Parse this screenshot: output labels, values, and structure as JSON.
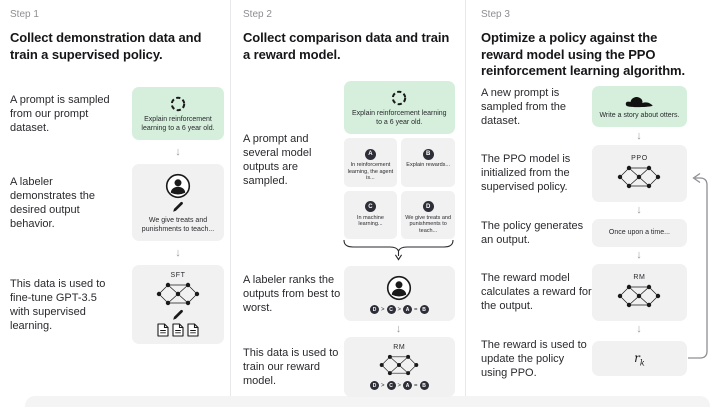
{
  "colors": {
    "background": "#ffffff",
    "green_box": "#d5efdc",
    "gray_box": "#f1f1f2",
    "heading_text": "#161618",
    "body_text": "#2a2a2e",
    "muted_step_label": "#8e8e93",
    "divider": "#e8e8ea",
    "letter_badge": "#2e2e38",
    "arrow": "#9a9aa0"
  },
  "icons": {
    "cycle-icon": "dashed-circle-loop",
    "labeler-icon": "person-in-circle",
    "pencil-icon": "tilted-pencil",
    "network-icon": "neural-network-nodes",
    "documents-icon": "three-pages",
    "otter-icon": "otter-silhouette",
    "arrow-down-icon": "down-arrow",
    "brace-merge-icon": "underbrace-with-arrow",
    "loop-arrow-icon": "feedback-loop-arrow",
    "arrow_down_glyph": "↓"
  },
  "steps": [
    {
      "label": "Step 1",
      "heading": "Collect demonstration data and train a supervised policy.",
      "texts": {
        "t1": "A prompt is sampled from our prompt dataset.",
        "t2": "A labeler demonstrates the desired output behavior.",
        "t3": "This data is used to fine-tune GPT-3.5 with supervised learning."
      },
      "prompt_caption": "Explain reinforcement learning to a 6 year old.",
      "labeler_caption": "We give treats and punishments to teach...",
      "model_label": "SFT"
    },
    {
      "label": "Step 2",
      "heading": "Collect comparison data and train a reward model.",
      "texts": {
        "t1": "A prompt and several model outputs are sampled.",
        "t2": "A labeler ranks the outputs from best to worst.",
        "t3": "This data is used to train our reward model."
      },
      "prompt_caption": "Explain reinforcement learning to a 6 year old.",
      "outputs": [
        {
          "letter": "A",
          "text": "In reinforcement learning, the agent is..."
        },
        {
          "letter": "B",
          "text": "Explain rewards..."
        },
        {
          "letter": "C",
          "text": "In machine learning..."
        },
        {
          "letter": "D",
          "text": "We give treats and punishments to teach..."
        }
      ],
      "ranking": {
        "letters": [
          "D",
          "C",
          "A",
          "B"
        ],
        "separators": [
          ">",
          ">",
          "="
        ]
      },
      "model_label": "RM"
    },
    {
      "label": "Step 3",
      "heading": "Optimize a policy against the reward model using the PPO reinforcement learning algorithm.",
      "texts": {
        "t1": "A new prompt is sampled from the dataset.",
        "t2": "The PPO model is initialized from the supervised policy.",
        "t3": "The policy generates an output.",
        "t4": "The reward model calculates a reward for the output.",
        "t5": "The reward is used to update the policy using PPO."
      },
      "prompt_caption": "Write a story about otters.",
      "ppo_label": "PPO",
      "output_caption": "Once upon a time...",
      "rm_label": "RM",
      "reward_symbol": {
        "base": "r",
        "sub": "k"
      }
    }
  ]
}
